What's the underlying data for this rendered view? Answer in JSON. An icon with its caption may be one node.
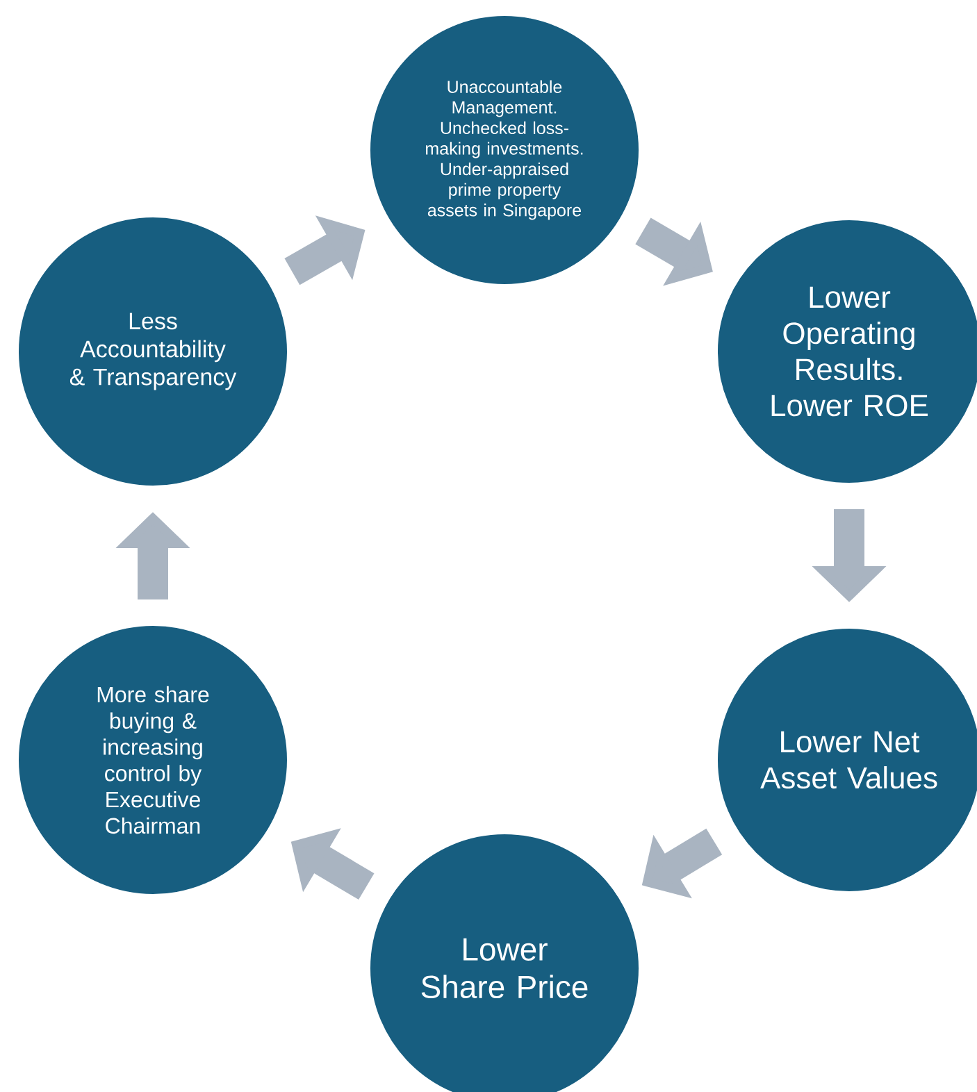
{
  "diagram": {
    "nodes": [
      {
        "text": [
          "Unaccountable Management. Unchecked loss-making investments. Under-appraised prime property assets in Singapore"
        ]
      },
      {
        "text": [
          "Lower Operating Results. Lower ROE"
        ]
      },
      {
        "text": [
          "Lower Net Asset Values"
        ]
      },
      {
        "text": [
          "Lower Share Price"
        ]
      },
      {
        "text": [
          "More share buying & increasing control by Executive Chairman"
        ]
      },
      {
        "text": [
          "Less Accountability & Transparency"
        ]
      }
    ],
    "edges": [
      {
        "from": 0,
        "to": 1,
        "arrow": "to"
      },
      {
        "from": 1,
        "to": 2,
        "arrow": "to"
      },
      {
        "from": 2,
        "to": 3,
        "arrow": "to"
      },
      {
        "from": 3,
        "to": 4,
        "arrow": "to"
      },
      {
        "from": 4,
        "to": 5,
        "arrow": "to"
      },
      {
        "from": 5,
        "to": 0,
        "arrow": "to"
      }
    ]
  }
}
